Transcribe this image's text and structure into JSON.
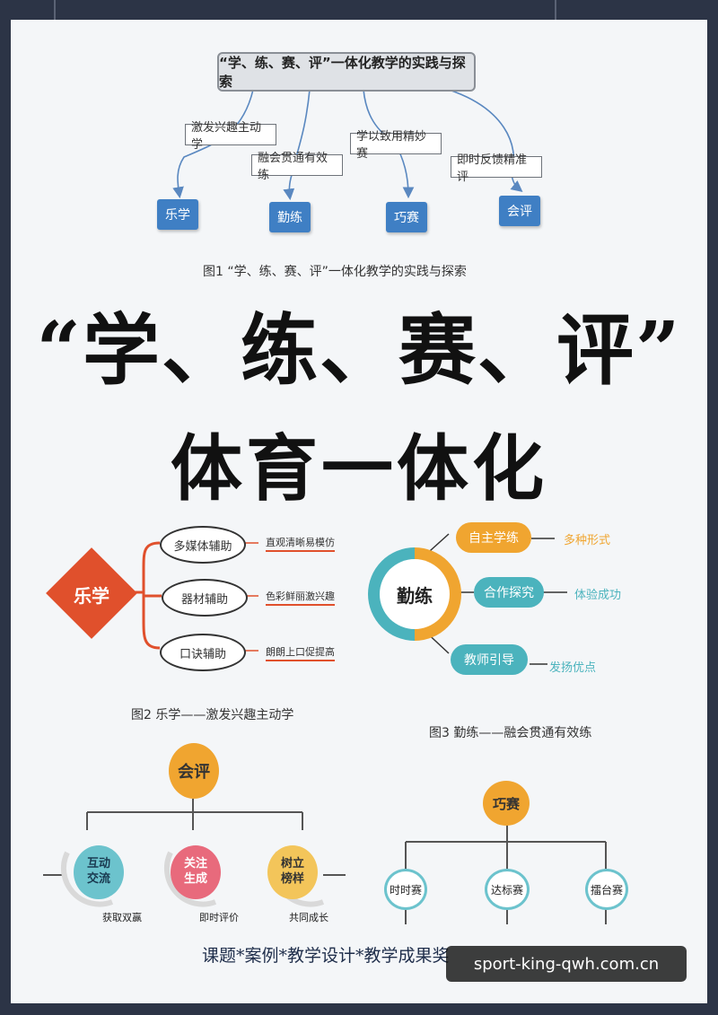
{
  "fig1": {
    "root": "“学、练、赛、评”一体化教学的实践与探索",
    "branch_labels": [
      "激发兴趣主动学",
      "融会贯通有效练",
      "学以致用精妙赛",
      "即时反馈精准评"
    ],
    "leaves": [
      "乐学",
      "勤练",
      "巧赛",
      "会评"
    ],
    "caption": "图1 “学、练、赛、评”一体化教学的实践与探索"
  },
  "title": {
    "line1": "“学、练、赛、评”",
    "line2": "体育一体化"
  },
  "fig2": {
    "center": "乐学",
    "items": [
      {
        "label": "多媒体辅助",
        "desc": "直观清晰易模仿"
      },
      {
        "label": "器材辅助",
        "desc": "色彩鲜丽激兴趣"
      },
      {
        "label": "口诀辅助",
        "desc": "朗朗上口促提高"
      }
    ],
    "caption": "图2 乐学——激发兴趣主动学"
  },
  "fig3": {
    "center": "勤练",
    "items": [
      {
        "label": "自主学练",
        "desc": "多种形式",
        "color": "#f0a530"
      },
      {
        "label": "合作探究",
        "desc": "体验成功",
        "color": "#4bb3bd"
      },
      {
        "label": "教师引导",
        "desc": "发扬优点",
        "color": "#4bb3bd"
      }
    ],
    "caption": "图3 勤练——融会贯通有效练"
  },
  "fig4": {
    "center": "会评",
    "items": [
      {
        "label": "互动\n交流",
        "desc": "获取双赢"
      },
      {
        "label": "关注\n生成",
        "desc": "即时评价"
      },
      {
        "label": "树立\n榜样",
        "desc": "共同成长"
      }
    ]
  },
  "fig5": {
    "center": "巧赛",
    "items": [
      "时时赛",
      "达标赛",
      "擂台赛"
    ]
  },
  "footer": "课题*案例*教学设计*教学成果奖",
  "watermark": "sport-king-qwh.com.cn"
}
